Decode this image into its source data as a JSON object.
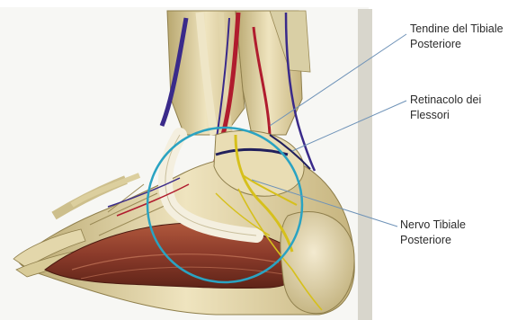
{
  "labels": {
    "tendine": {
      "line1": "Tendine del Tibiale",
      "line2": "Posteriore"
    },
    "retinacolo": {
      "line1": "Retinacolo dei",
      "line2": "Flessori"
    },
    "nervo": {
      "line1": "Nervo Tibiale",
      "line2": "Posteriore"
    }
  },
  "colors": {
    "circle": "#2aa3c2",
    "leader": "#6f93b8",
    "bone": "#e8dcae",
    "muscle": "#8a3a2a",
    "artery": "#b01c2e",
    "vein": "#3a2a8a",
    "nerve": "#d6c01c"
  }
}
